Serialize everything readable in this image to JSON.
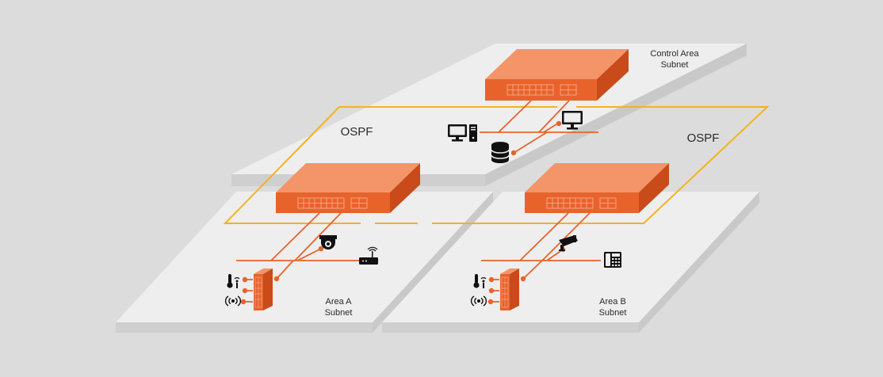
{
  "labels": {
    "control_area": "Control Area\nSubnet",
    "area_a": "Area A\nSubnet",
    "area_b": "Area B\nSubnet",
    "ospf_left": "OSPF",
    "ospf_right": "OSPF"
  },
  "colors": {
    "background": "#dcdcdc",
    "platform_top": "#eeeeee",
    "platform_side": "#c9c9c9",
    "switch_top": "#f49469",
    "switch_front": "#e8632b",
    "switch_side": "#c94b1a",
    "link": "#e8632b",
    "ospf_ring": "#f6b21a",
    "icon": "#111111"
  },
  "icons": {
    "control": [
      "desktop-computer-icon",
      "monitor-icon",
      "database-icon"
    ],
    "area_a": [
      "dome-camera-icon",
      "router-icon",
      "thermometer-sensor-icon",
      "wireless-sensor-icon"
    ],
    "area_b": [
      "security-camera-icon",
      "ip-phone-icon",
      "thermometer-sensor-icon",
      "wireless-sensor-icon"
    ]
  }
}
